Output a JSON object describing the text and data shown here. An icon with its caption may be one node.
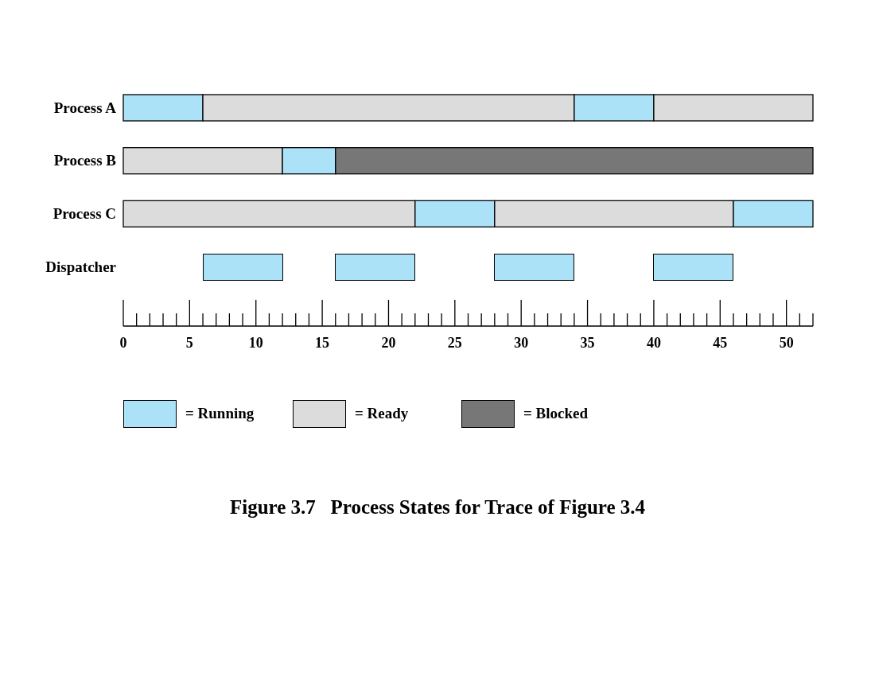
{
  "diagram": {
    "caption": "Figure 3.7   Process States for Trace of Figure 3.4",
    "nodes": [
      {
        "text": [],
        "shape": "box"
      },
      {
        "text": [],
        "shape": "box"
      },
      {
        "text": [],
        "shape": "box"
      },
      {
        "text": [],
        "shape": "box"
      }
    ],
    "labels": [
      "Dispatcher"
    ],
    "legend": [
      {
        "text": "= Running",
        "color": "#abe2f8"
      },
      {
        "text": "= Ready",
        "color": "#dcdcdc"
      },
      {
        "text": "= Blocked",
        "color": "#777777"
      }
    ],
    "chart_data": {
      "type": "bar",
      "orientation": "horizontal",
      "stacked": true,
      "categories": [
        "Process A",
        "Process B",
        "Process C"
      ],
      "xlim": [
        0,
        52
      ],
      "xticks": [
        0,
        5,
        10,
        15,
        20,
        25,
        30,
        35,
        40,
        45,
        50
      ],
      "series": [
        {
          "color": "#abe2f8",
          "values": [
            6,
            null,
            null
          ]
        },
        {
          "color": "#dcdcdc",
          "values": [
            28,
            12,
            22
          ]
        },
        {
          "color": "#abe2f8",
          "values": [
            6,
            4,
            6
          ]
        },
        {
          "color": "#dcdcdc",
          "values": [
            12,
            null,
            18
          ]
        },
        {
          "color": "#777777",
          "values": [
            null,
            36,
            null
          ]
        },
        {
          "color": "#abe2f8",
          "values": [
            null,
            null,
            6
          ]
        }
      ]
    }
  }
}
